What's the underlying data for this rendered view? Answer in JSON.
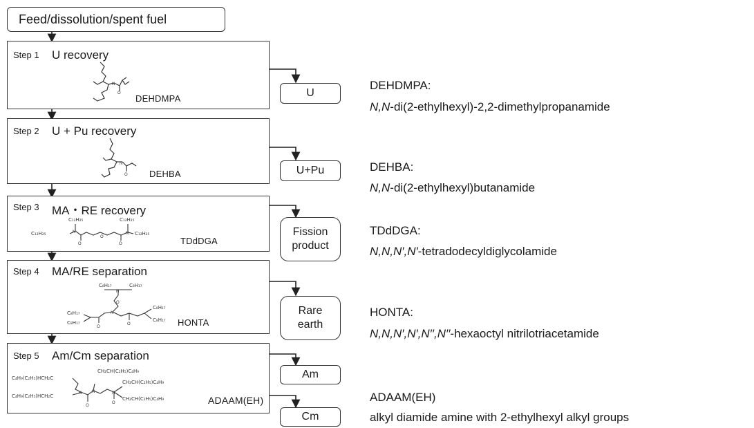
{
  "feed": "Feed/dissolution/spent  fuel",
  "steps": [
    {
      "label": "Step 1",
      "title": "U recovery",
      "extractant": "DEHDMPA",
      "product": "U"
    },
    {
      "label": "Step 2",
      "title": "U + Pu recovery",
      "extractant": "DEHBA",
      "product": "U+Pu"
    },
    {
      "label": "Step 3",
      "title": "MA・RE recovery",
      "extractant": "TDdDGA",
      "product_line1": "Fission",
      "product_line2": "product"
    },
    {
      "label": "Step 4",
      "title": "MA/RE separation",
      "extractant": "HONTA",
      "product_line1": "Rare",
      "product_line2": "earth"
    },
    {
      "label": "Step 5",
      "title": "Am/Cm separation",
      "extractant": "ADAAM(EH)",
      "product_a": "Am",
      "product_b": "Cm"
    }
  ],
  "structure_text": {
    "s3_left": "C₁₂H₂₅",
    "s3_top_left": "C₁₂H₂₅",
    "s3_top_right": "C₁₂H₂₅",
    "s3_right": "C₁₂H₂₅",
    "s4_top_left": "C₈H₁₇",
    "s4_top_right": "C₈H₁₇",
    "s4_left_a": "C₈H₁₇",
    "s4_left_b": "C₈H₁₇",
    "s4_right_a": "C₈H₁₇",
    "s4_right_b": "C₈H₁₇",
    "s5_l1": "C₄H₉(C₂H₅)HCH₂C",
    "s5_l2": "C₄H₉(C₂H₅)HCH₂C",
    "s5_t": "CH₂CH(C₂H₅)C₄H₉",
    "s5_r1": "CH₂CH(C₂H₅)C₄H₉",
    "s5_r2": "CH₂CH(C₂H₅)C₄H₉"
  },
  "descriptions": [
    {
      "name": "DEHDMPA:",
      "prefix": "N,N",
      "rest": "-di(2-ethylhexyl)-2,2-dimethylpropanamide"
    },
    {
      "name": "DEHBA:",
      "prefix": "N,N",
      "rest": "-di(2-ethylhexyl)butanamide"
    },
    {
      "name": "TDdDGA:",
      "prefix": "N,N,N′,N′",
      "rest": "-tetradodecyldiglycolamide"
    },
    {
      "name": "HONTA:",
      "prefix": "N,N,N′,N′,N′′,N′′",
      "rest": "-hexaoctyl nitrilotriacetamide"
    },
    {
      "name": "ADAAM(EH)",
      "prefix": "",
      "rest": "alkyl diamide amine with 2-ethylhexyl alkyl groups"
    }
  ]
}
